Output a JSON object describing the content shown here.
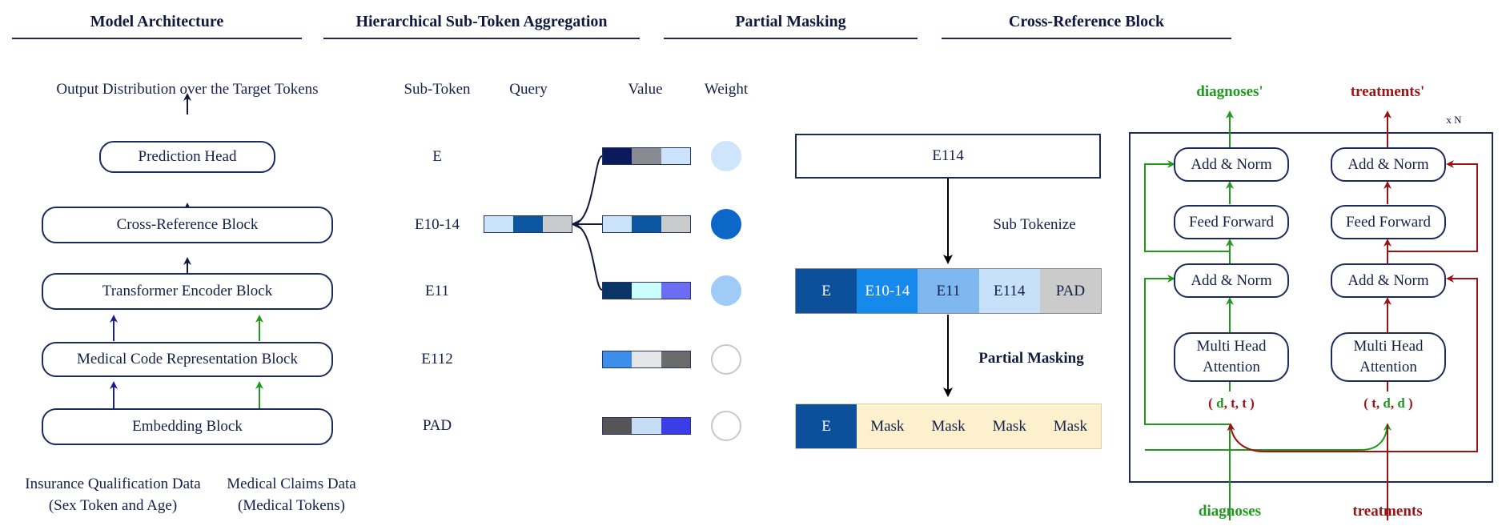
{
  "titles": {
    "architecture": "Model Architecture",
    "aggregation": "Hierarchical Sub-Token Aggregation",
    "masking": "Partial Masking",
    "crossref": "Cross-Reference Block"
  },
  "architecture": {
    "output": "Output Distribution over the Target Tokens",
    "blocks": [
      "Prediction Head",
      "Cross-Reference Block",
      "Transformer Encoder Block",
      "Medical Code Representation Block",
      "Embedding Block"
    ],
    "input_left_line1": "Insurance Qualification Data",
    "input_left_line2": "(Sex Token and Age)",
    "input_right_line1": "Medical Claims Data",
    "input_right_line2": "(Medical Tokens)"
  },
  "aggregation": {
    "headers": [
      "Sub-Token",
      "Query",
      "Value",
      "Weight"
    ],
    "rows": [
      {
        "token": "E",
        "value_colors": [
          "#0a1a5c",
          "#888c92",
          "#cce4fb"
        ],
        "weight_color": "#cfe5fb",
        "weight_border": "#cfe5fb"
      },
      {
        "token": "E10-14",
        "value_colors": [
          "#cce4fb",
          "#0b56a0",
          "#c9cbcd"
        ],
        "weight_color": "#0d67c9",
        "weight_border": "#0d67c9"
      },
      {
        "token": "E11",
        "value_colors": [
          "#0a3366",
          "#ccfdfd",
          "#6b6ef2"
        ],
        "weight_color": "#9fcbf7",
        "weight_border": "#9fcbf7"
      },
      {
        "token": "E112",
        "value_colors": [
          "#3d8eea",
          "#e6e6e8",
          "#6b6b6b"
        ],
        "weight_color": "#ffffff",
        "weight_border": "#c8c8c8"
      },
      {
        "token": "PAD",
        "value_colors": [
          "#555555",
          "#c5ddf5",
          "#3a3ee8"
        ],
        "weight_color": "#ffffff",
        "weight_border": "#c8c8c8"
      }
    ],
    "query_colors": [
      "#cce4fb",
      "#0b56a0",
      "#c9cbcd"
    ]
  },
  "masking": {
    "code": "E114",
    "step1": "Sub Tokenize",
    "step2": "Partial Masking",
    "subtokens": [
      {
        "label": "E",
        "bg": "#0c4f9a",
        "fg": "#ffffff"
      },
      {
        "label": "E10-14",
        "bg": "#1689ea",
        "fg": "#ffffff"
      },
      {
        "label": "E11",
        "bg": "#7fb8f1",
        "fg": "#14204a"
      },
      {
        "label": "E114",
        "bg": "#c6e1f9",
        "fg": "#14204a"
      },
      {
        "label": "PAD",
        "bg": "#cbcbcb",
        "fg": "#14204a"
      }
    ],
    "masked": [
      {
        "label": "E",
        "bg": "#0c4f9a",
        "fg": "#ffffff"
      },
      {
        "label": "Mask",
        "bg": "#fdf0cd",
        "fg": "#14204a"
      },
      {
        "label": "Mask",
        "bg": "#fdf0cd",
        "fg": "#14204a"
      },
      {
        "label": "Mask",
        "bg": "#fdf0cd",
        "fg": "#14204a"
      },
      {
        "label": "Mask",
        "bg": "#fdf0cd",
        "fg": "#14204a"
      }
    ]
  },
  "crossref": {
    "out_left": "diagnoses'",
    "out_right": "treatments'",
    "repeat": "x N",
    "add_norm": "Add & Norm",
    "feed_forward": "Feed Forward",
    "mha_line1": "Multi Head",
    "mha_line2": "Attention",
    "triple_left": {
      "open": "( ",
      "a": "d",
      "sep1": ", ",
      "b": "t",
      "sep2": ", ",
      "c": "t",
      "close": " )"
    },
    "triple_right": {
      "open": "( ",
      "a": "t",
      "sep1": ", ",
      "b": "d",
      "sep2": ", ",
      "c": "d",
      "close": " )"
    },
    "in_left": "diagnoses",
    "in_right": "treatments",
    "green": "#1f9a1f",
    "red": "#9b1414"
  }
}
